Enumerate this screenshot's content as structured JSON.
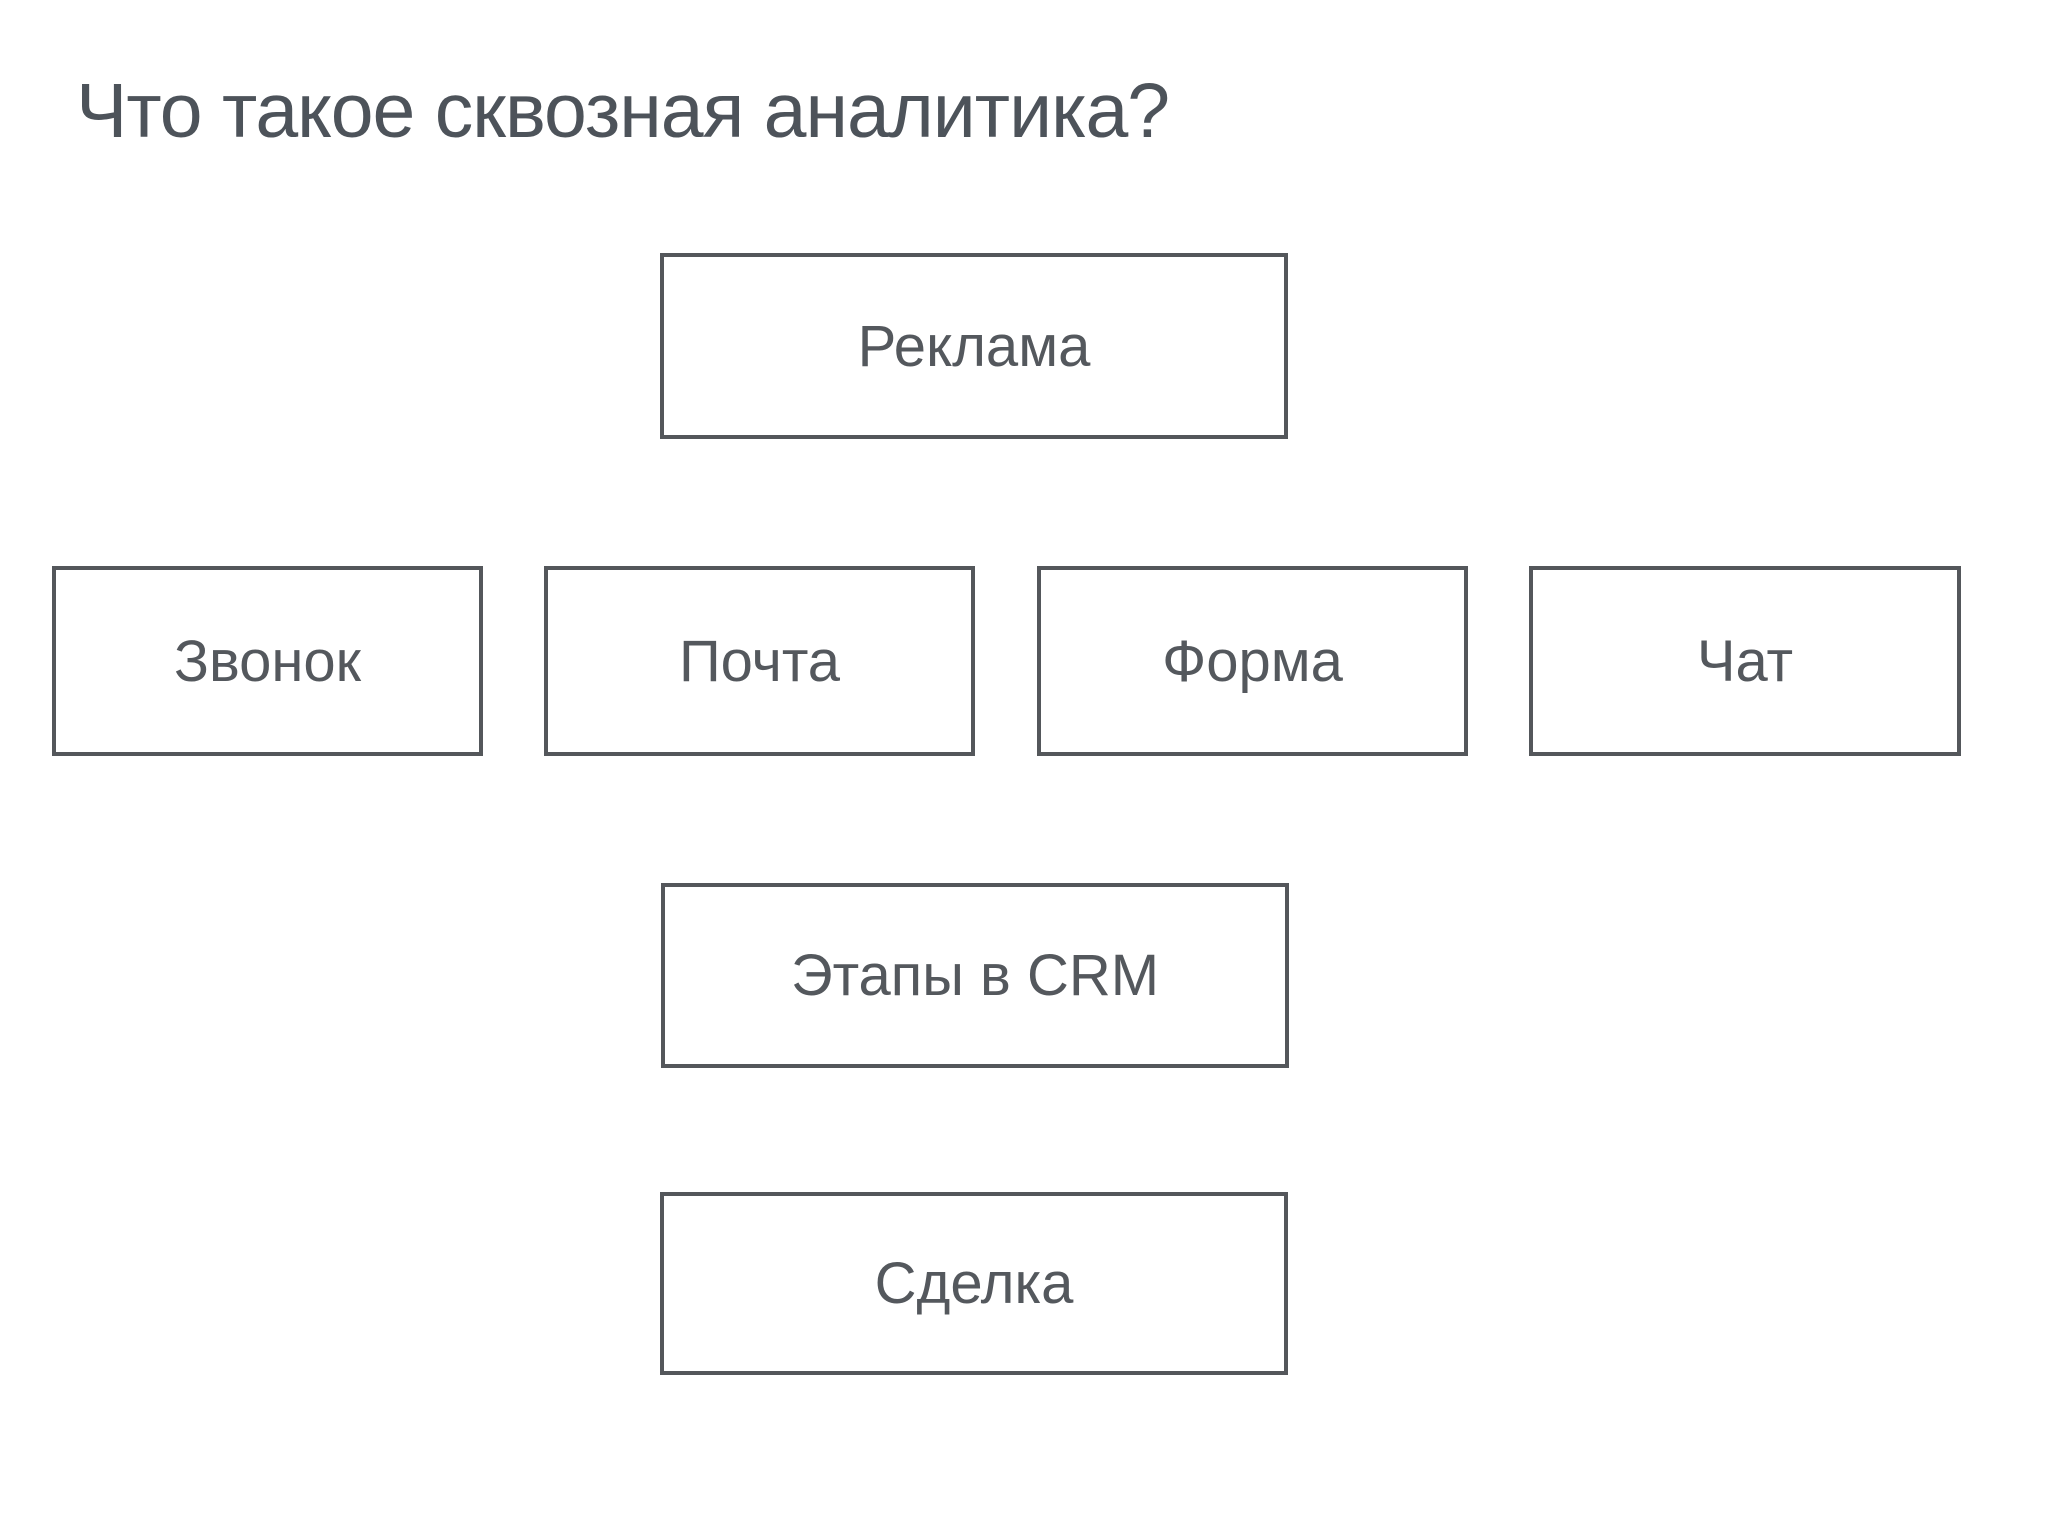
{
  "page": {
    "title": "Что такое сквозная аналитика?"
  },
  "diagram": {
    "boxes": [
      {
        "id": "reklama",
        "label": "Реклама"
      },
      {
        "id": "zvonok",
        "label": "Звонок"
      },
      {
        "id": "pochta",
        "label": "Почта"
      },
      {
        "id": "forma",
        "label": "Форма"
      },
      {
        "id": "chat",
        "label": "Чат"
      },
      {
        "id": "etapy",
        "label": "Этапы в CRM"
      },
      {
        "id": "sdelka",
        "label": "Сделка"
      }
    ]
  },
  "colors": {
    "background": "#ffffff",
    "title": "#4d535a",
    "box_border": "#54575b",
    "box_text": "#54585d"
  }
}
